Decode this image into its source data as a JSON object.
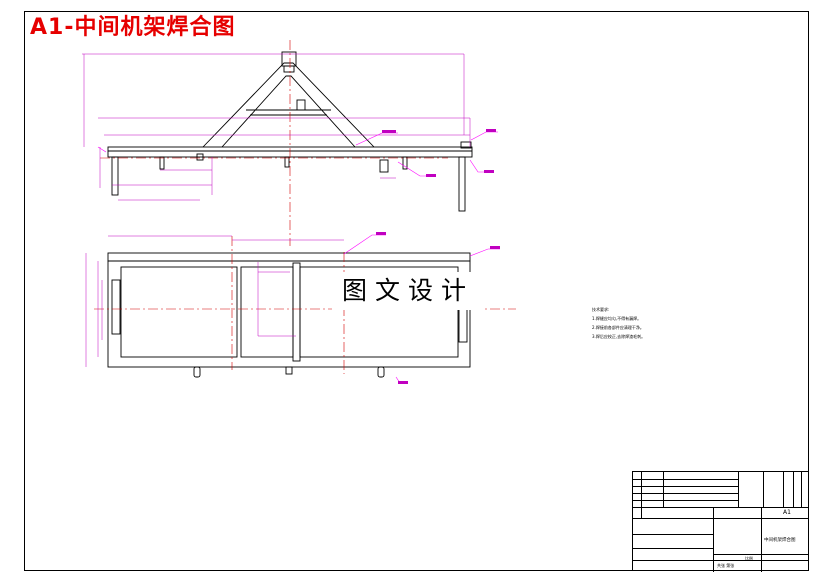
{
  "drawing": {
    "title": "A1-中间机架焊合图",
    "watermark": "图文设计",
    "colors": {
      "title": "#e60000",
      "outline": "#000000",
      "center_line": "#d40000",
      "dimension": "#c000c0",
      "leader": "#ff00ff"
    }
  },
  "notes": {
    "heading": "技术要求:",
    "items": [
      "1.焊缝应均匀,不得有漏焊。",
      "2.焊接前各部件应清理干净。",
      "3.焊后应校正,去除焊渣毛刺。"
    ]
  },
  "title_block": {
    "part_name": "中间机架焊合图",
    "drawing_no": "A1",
    "scale_label": "比例",
    "sheet_label": "共张 第张"
  }
}
